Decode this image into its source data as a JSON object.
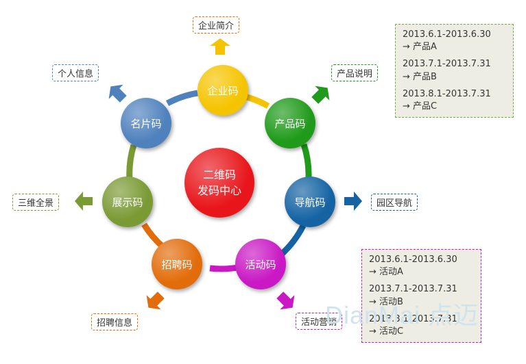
{
  "hub": {
    "line1": "二维码",
    "line2": "发码中心",
    "color": "#e8161b"
  },
  "nodes": [
    {
      "label": "企业码",
      "color": "#f5c400"
    },
    {
      "label": "产品码",
      "color": "#1f9a1a"
    },
    {
      "label": "导航码",
      "color": "#1563a3"
    },
    {
      "label": "活动码",
      "color": "#c918c4"
    },
    {
      "label": "招聘码",
      "color": "#e26c0a"
    },
    {
      "label": "展示码",
      "color": "#7a9a34"
    },
    {
      "label": "名片码",
      "color": "#4f81bd"
    }
  ],
  "tags": {
    "company_intro": "企业简介",
    "product_desc": "产品说明",
    "campus_nav": "园区导航",
    "event_marketing": "活动营销",
    "recruit_info": "招聘信息",
    "panorama": "三维全景",
    "personal_info": "个人信息"
  },
  "product_box": {
    "entries": [
      {
        "range": "2013.6.1-2013.6.30",
        "item": "→ 产品A"
      },
      {
        "range": "2013.7.1-2013.7.31",
        "item": "→ 产品B"
      },
      {
        "range": "2013.8.1-2013.7.31",
        "item": "→ 产品C"
      }
    ]
  },
  "event_box": {
    "entries": [
      {
        "range": "2013.6.1-2013.6.30",
        "item": "→ 活动A"
      },
      {
        "range": "2013.7.1-2013.7.31",
        "item": "→ 活动B"
      },
      {
        "range": "2013.8.1-2013.7.31",
        "item": "→ 活动C"
      }
    ]
  },
  "watermark": "DianMai 点迈"
}
